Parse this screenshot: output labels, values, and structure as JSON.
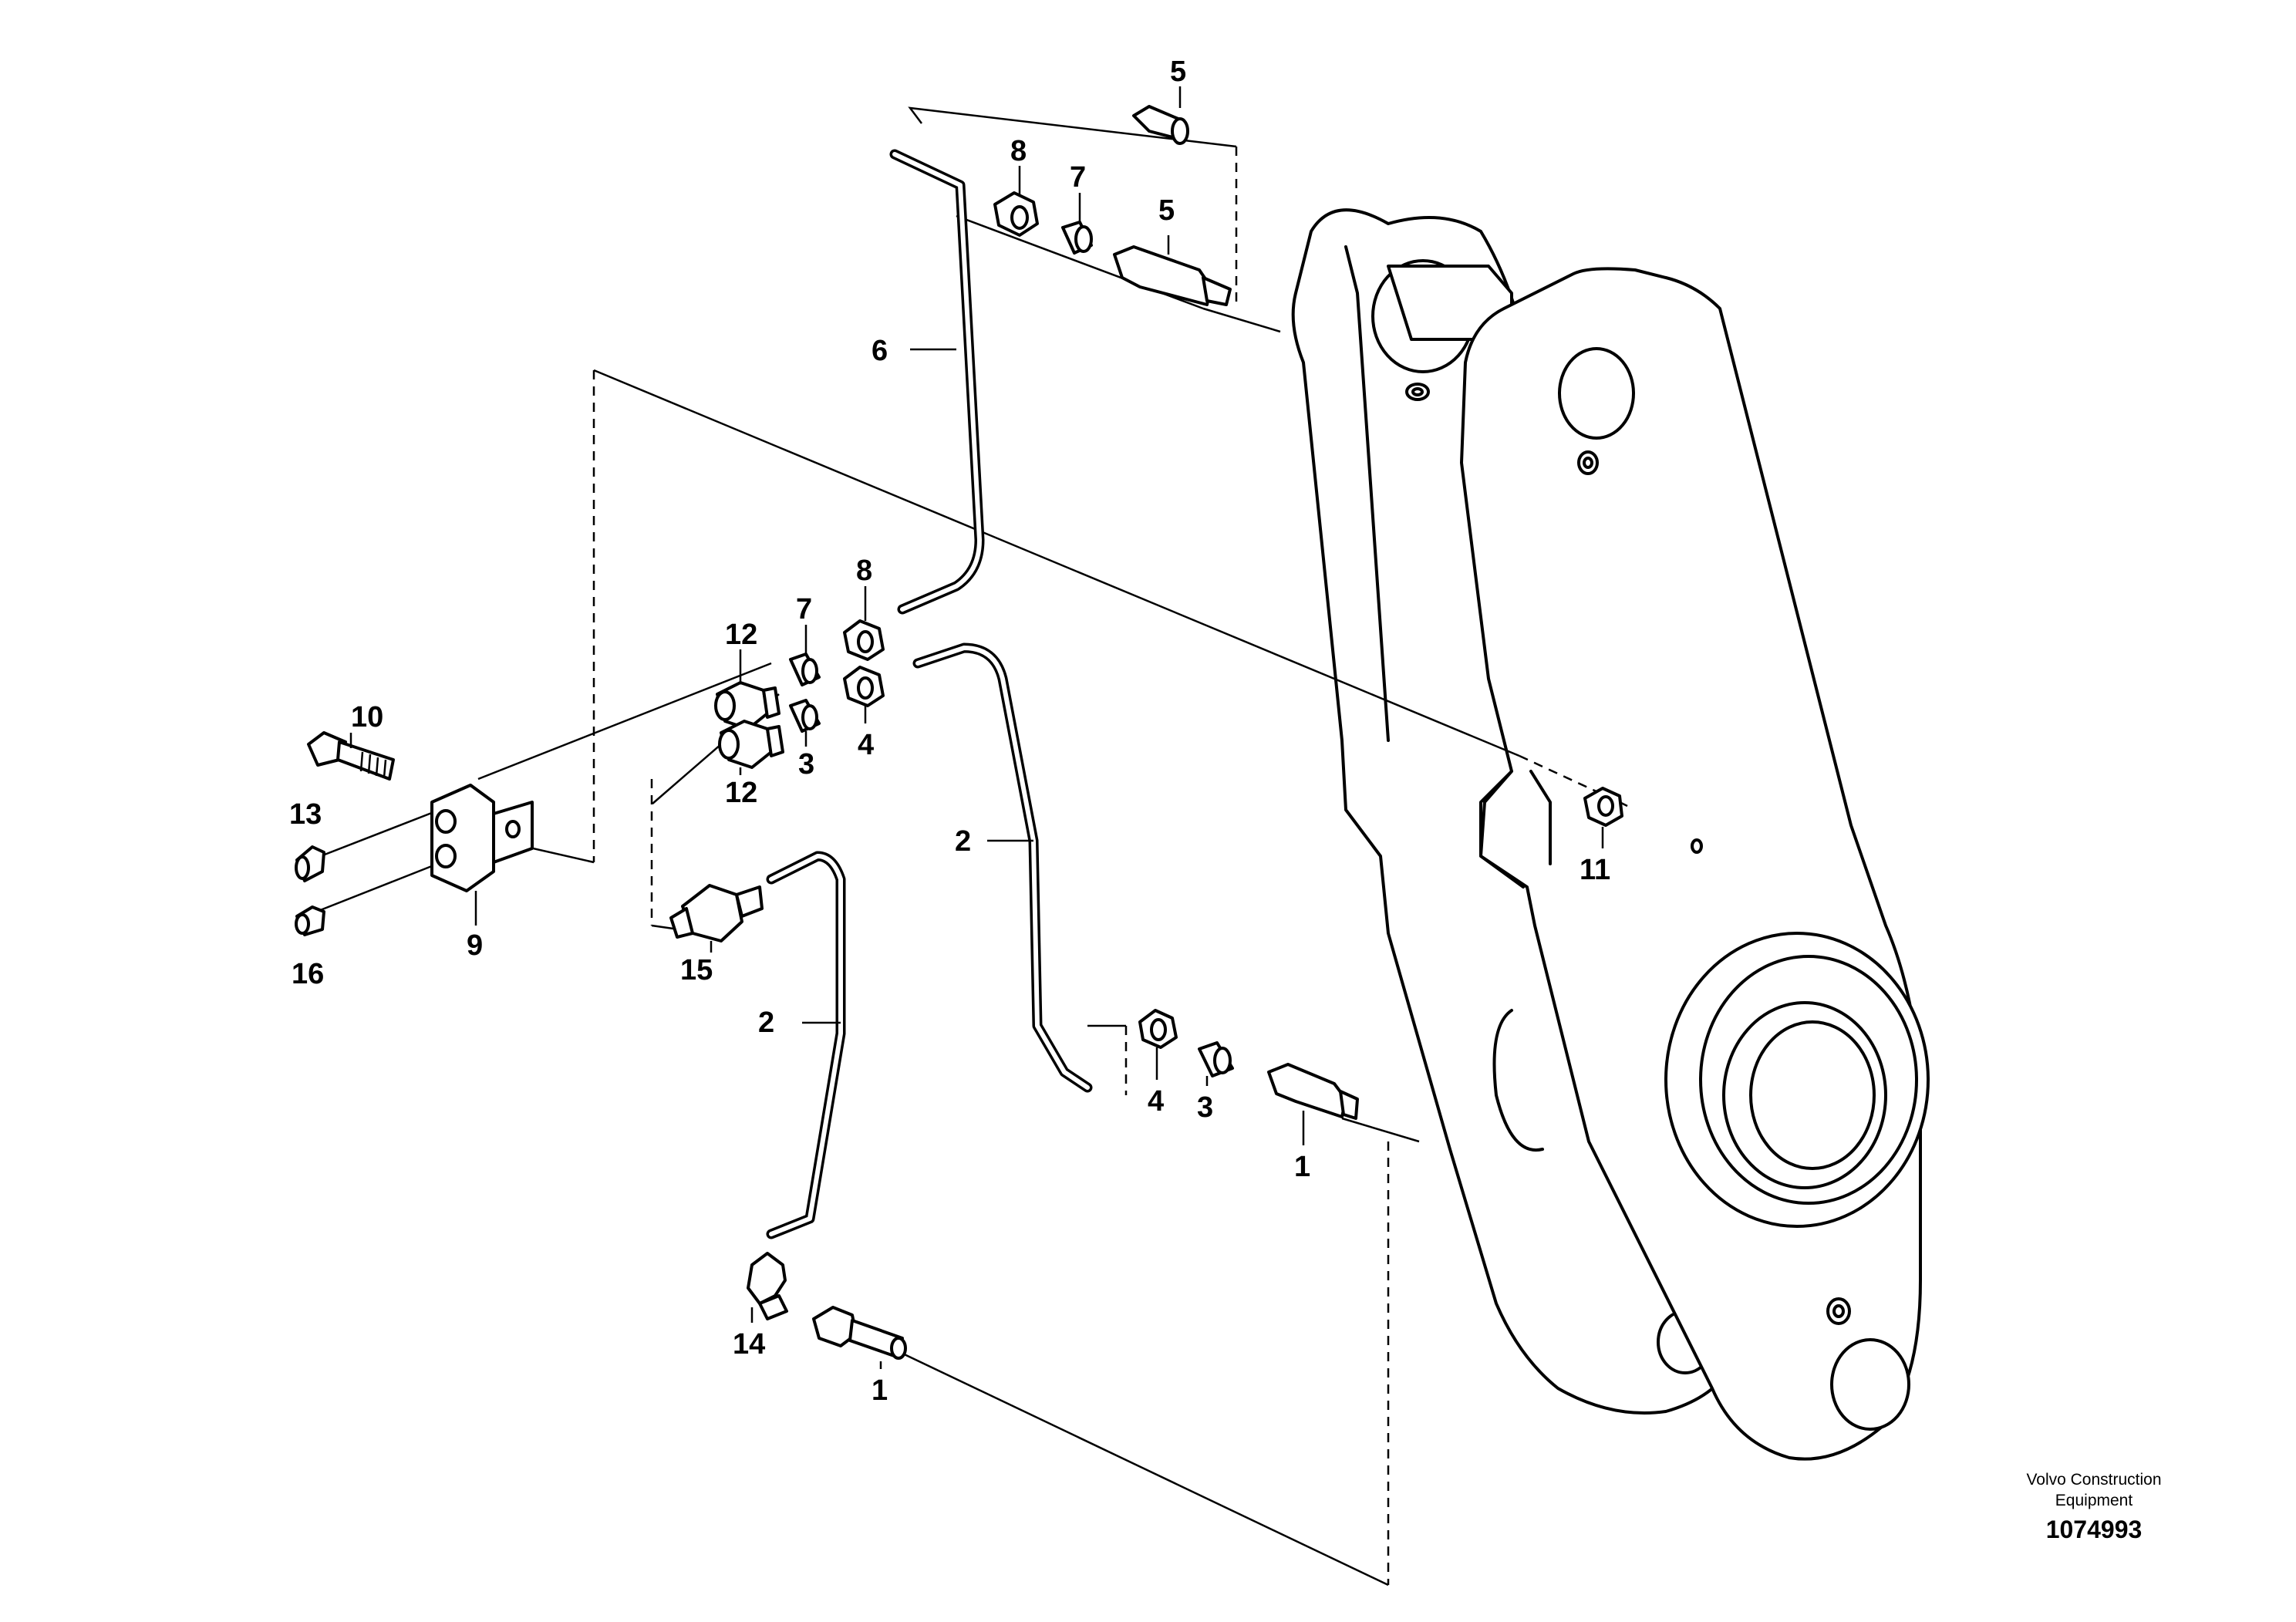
{
  "callouts": [
    {
      "id": "c5a",
      "text": "5"
    },
    {
      "id": "c8a",
      "text": "8"
    },
    {
      "id": "c7a",
      "text": "7"
    },
    {
      "id": "c5b",
      "text": "5"
    },
    {
      "id": "c6",
      "text": "6"
    },
    {
      "id": "c8b",
      "text": "8"
    },
    {
      "id": "c7b",
      "text": "7"
    },
    {
      "id": "c12a",
      "text": "12"
    },
    {
      "id": "c12b",
      "text": "12"
    },
    {
      "id": "c3a",
      "text": "3"
    },
    {
      "id": "c4a",
      "text": "4"
    },
    {
      "id": "c10",
      "text": "10"
    },
    {
      "id": "c13",
      "text": "13"
    },
    {
      "id": "c16",
      "text": "16"
    },
    {
      "id": "c9",
      "text": "9"
    },
    {
      "id": "c15",
      "text": "15"
    },
    {
      "id": "c2a",
      "text": "2"
    },
    {
      "id": "c2b",
      "text": "2"
    },
    {
      "id": "c11",
      "text": "11"
    },
    {
      "id": "c4b",
      "text": "4"
    },
    {
      "id": "c3b",
      "text": "3"
    },
    {
      "id": "c1a",
      "text": "1"
    },
    {
      "id": "c14",
      "text": "14"
    },
    {
      "id": "c1b",
      "text": "1"
    }
  ],
  "footer": {
    "brand_line1": "Volvo Construction",
    "brand_line2": "Equipment",
    "doc_number": "1074993"
  }
}
